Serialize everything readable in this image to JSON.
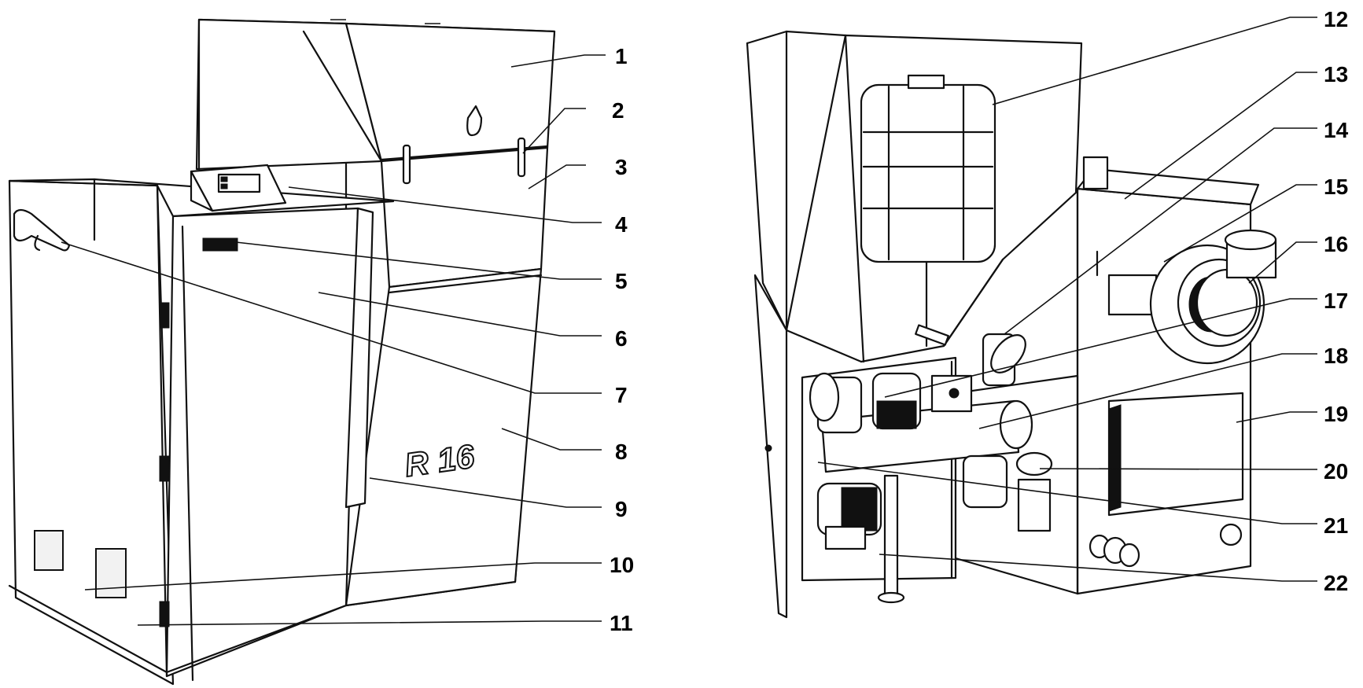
{
  "model_text": "R 16",
  "callouts": [
    "1",
    "2",
    "3",
    "4",
    "5",
    "6",
    "7",
    "8",
    "9",
    "10",
    "11",
    "12",
    "13",
    "14",
    "15",
    "16",
    "17",
    "18",
    "19",
    "20",
    "21",
    "22"
  ]
}
